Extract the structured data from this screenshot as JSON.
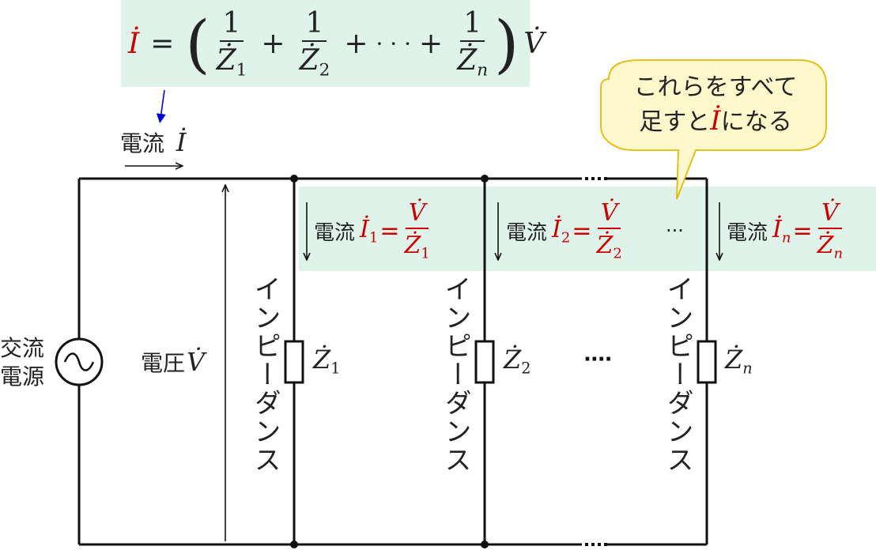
{
  "formula": {
    "lhs": "İ",
    "eq": "=",
    "one": "1",
    "z1": "Ż",
    "z1_sub": "1",
    "z2": "Ż",
    "z2_sub": "2",
    "zn": "Ż",
    "zn_sub": "n",
    "plus": "+",
    "cdots": "· · ·",
    "v": "V̇"
  },
  "source": {
    "label_line1": "交流",
    "label_line2": "電源",
    "symbol": "~"
  },
  "main_current": {
    "label": "電流",
    "symbol": "İ"
  },
  "voltage": {
    "label": "電圧",
    "symbol": "V̇"
  },
  "branches": [
    {
      "current_label": "電流",
      "current_symbol": "İ",
      "current_sub": "1",
      "numerator": "V̇",
      "denominator": "Ż",
      "den_sub": "1",
      "impedance_label": "インピーダンス",
      "z_symbol": "Ż",
      "z_sub": "1"
    },
    {
      "current_label": "電流",
      "current_symbol": "İ",
      "current_sub": "2",
      "numerator": "V̇",
      "denominator": "Ż",
      "den_sub": "2",
      "impedance_label": "インピーダンス",
      "z_symbol": "Ż",
      "z_sub": "2"
    },
    {
      "current_label": "電流",
      "current_symbol": "İ",
      "current_sub": "n",
      "numerator": "V̇",
      "denominator": "Ż",
      "den_sub": "n",
      "impedance_label": "インピーダンス",
      "z_symbol": "Ż",
      "z_sub": "n"
    }
  ],
  "ellipsis": {
    "mid": "····",
    "band": "···"
  },
  "callout": {
    "line1": "これらをすべて",
    "line2_pre": "足すと",
    "line2_sym": "İ",
    "line2_post": "になる"
  },
  "colors": {
    "accent_red": "#cc0000",
    "band": "#dff3ea",
    "callout_fill": "#fff8cc",
    "callout_border": "#e8b800",
    "arrow_blue": "#0000dd",
    "wire": "#111111"
  }
}
